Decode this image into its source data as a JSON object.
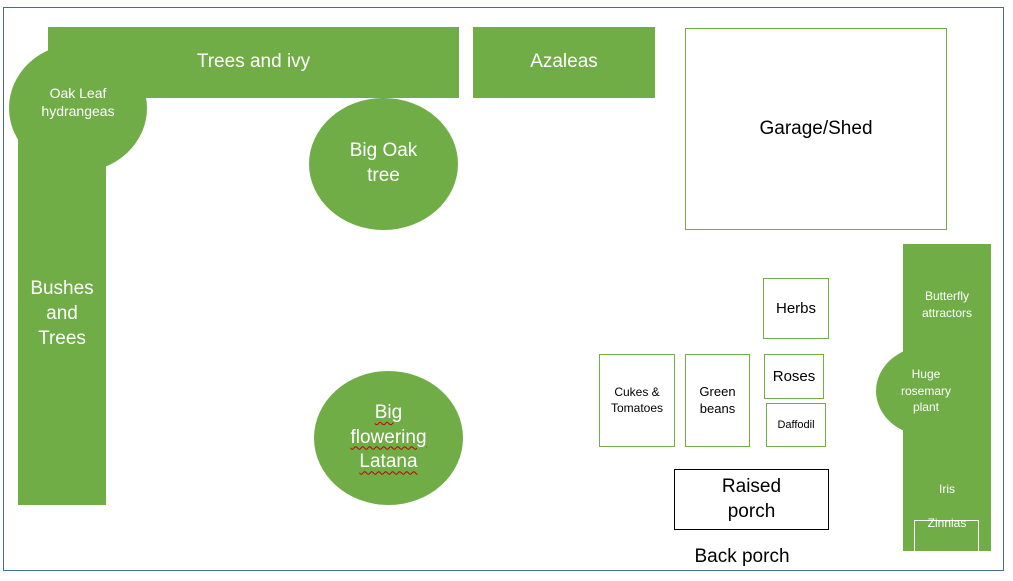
{
  "labels": {
    "trees_ivy": "Trees and ivy",
    "azaleas": "Azaleas",
    "garage": "Garage/Shed",
    "oak_leaf": "Oak Leaf\nhydrangeas",
    "big_oak": "Big Oak\ntree",
    "bushes": "Bushes\nand\nTrees",
    "latana": "Big\nflowering\nLatana",
    "herbs": "Herbs",
    "cukes": "Cukes &\nTomatoes",
    "green_beans": "Green\nbeans",
    "roses": "Roses",
    "daffodil": "Daffodil",
    "raised_porch": "Raised\nporch",
    "back_porch": "Back porch",
    "butterfly": "Butterfly\nattractors",
    "rosemary": "Huge\nrosemary\nplant",
    "iris": "Iris",
    "zinnias": "Zinnias"
  },
  "colors": {
    "plant_fill": "#70ad47",
    "frame_border": "#4a6b9a"
  }
}
